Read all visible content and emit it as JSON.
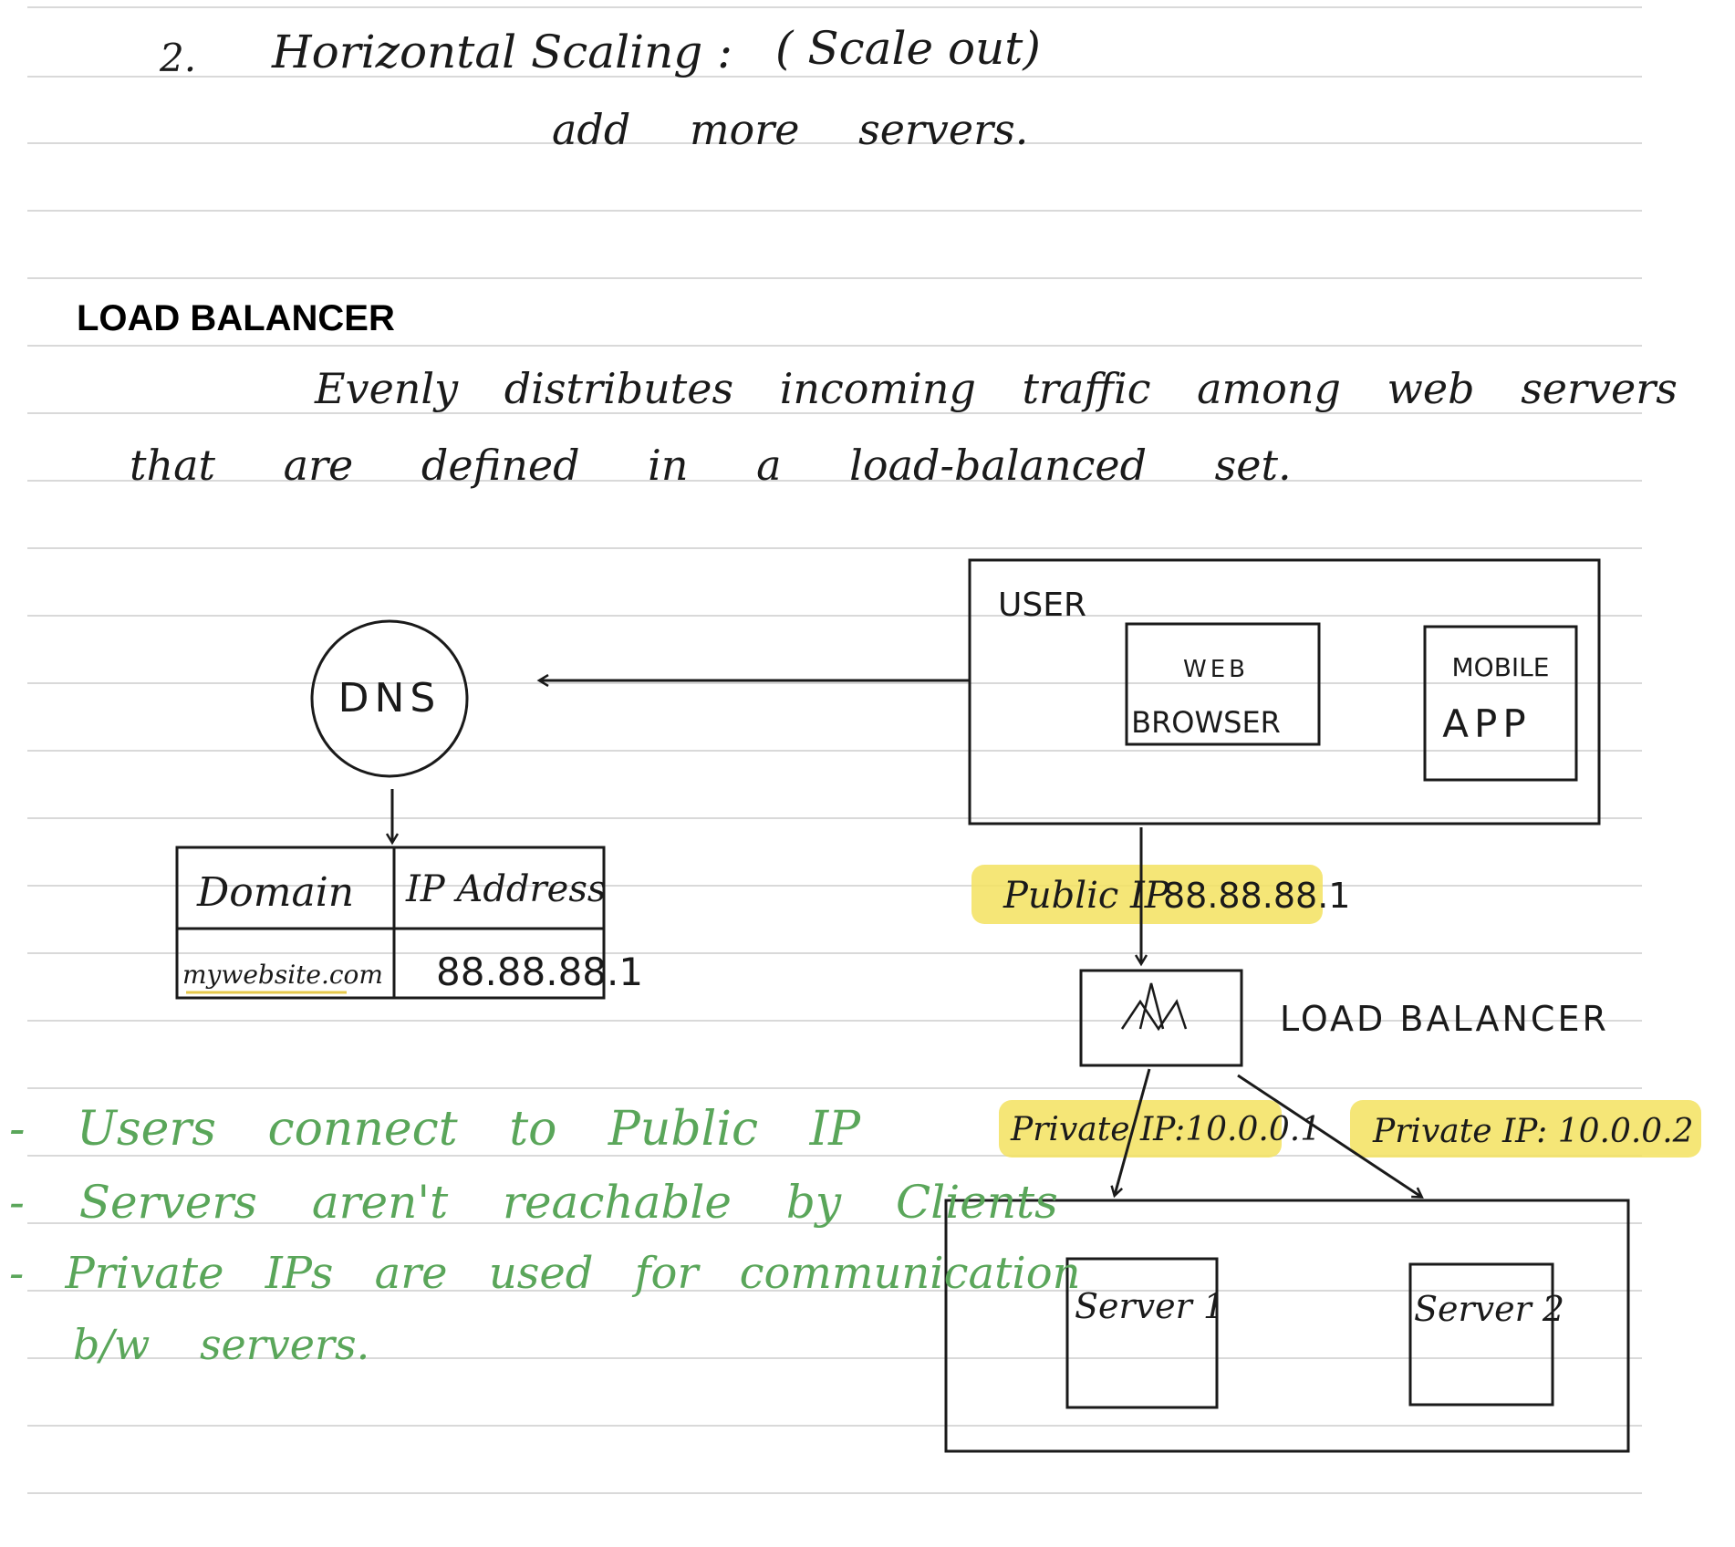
{
  "notes": {
    "horizontal_scaling": {
      "number": "2.",
      "title": "Horizontal Scaling :",
      "aside": "( Scale out)",
      "detail": "add more servers."
    },
    "section_title": "LOAD BALANCER",
    "definition_line1": "Evenly distributes incoming traffic among web servers",
    "definition_line2": "that are defined in a load-balanced set.",
    "green_notes": [
      "- Users connect to Public IP",
      "- Servers aren't reachable by Clients",
      "- Private IPs are used for communication",
      "b/w servers."
    ]
  },
  "diagram": {
    "dns": "DNS",
    "table": {
      "headers": [
        "Domain",
        "IP Address"
      ],
      "row": [
        "mywebsite.com",
        "88.88.88.1"
      ]
    },
    "user_box": {
      "label": "USER",
      "web_browser": [
        "WEB",
        "BROWSER"
      ],
      "mobile_app": [
        "MOBILE",
        "APP"
      ]
    },
    "public_ip": {
      "label": "Public IP",
      "value": "88.88.88.1"
    },
    "load_balancer": "LOAD BALANCER",
    "private_ip_1": "Private IP:10.0.0.1",
    "private_ip_2": "Private IP: 10.0.0.2",
    "server_1": "Server 1",
    "server_2": "Server 2"
  },
  "colors": {
    "ink": "#1a1a1a",
    "green_ink": "#5aa65a",
    "highlight": "#f3e25f",
    "rule_line": "#d9d9d9"
  }
}
